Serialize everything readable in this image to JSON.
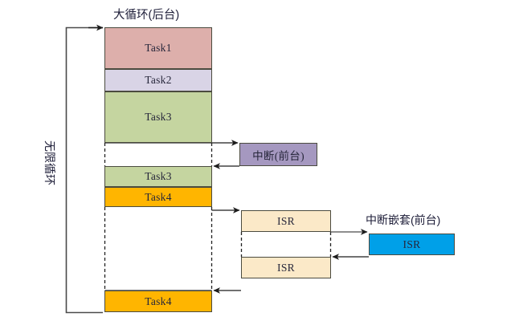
{
  "diagram": {
    "title_background_loop": "大循环(后台)",
    "label_infinite_loop": "无限循环",
    "label_interrupt_foreground": "中断(前台)",
    "label_nested_interrupt_foreground": "中断嵌套(前台)",
    "caption_bottom": "",
    "colors": {
      "task1": "#DDAFAB",
      "task2": "#D9D4E6",
      "task3": "#C5D5A0",
      "task4": "#FFB500",
      "interrupt": "#A598C0",
      "isr_beige": "#FBE9C8",
      "isr_blue": "#00A0E8",
      "stroke": "#4b4b3f",
      "line": "#2b2b2b",
      "text": "#26263a"
    },
    "main_column": {
      "blocks": [
        {
          "label": "Task1",
          "color_key": "task1"
        },
        {
          "label": "Task2",
          "color_key": "task2"
        },
        {
          "label": "Task3",
          "color_key": "task3"
        },
        {
          "label": "Task3",
          "color_key": "task3"
        },
        {
          "label": "Task4",
          "color_key": "task4"
        },
        {
          "label": "Task4",
          "color_key": "task4"
        }
      ]
    },
    "interrupt_boxes": [
      {
        "label": "中断(前台)",
        "color_key": "interrupt"
      },
      {
        "label": "ISR",
        "color_key": "isr_beige"
      },
      {
        "label": "ISR",
        "color_key": "isr_beige"
      },
      {
        "label": "ISR",
        "color_key": "isr_blue"
      }
    ]
  }
}
